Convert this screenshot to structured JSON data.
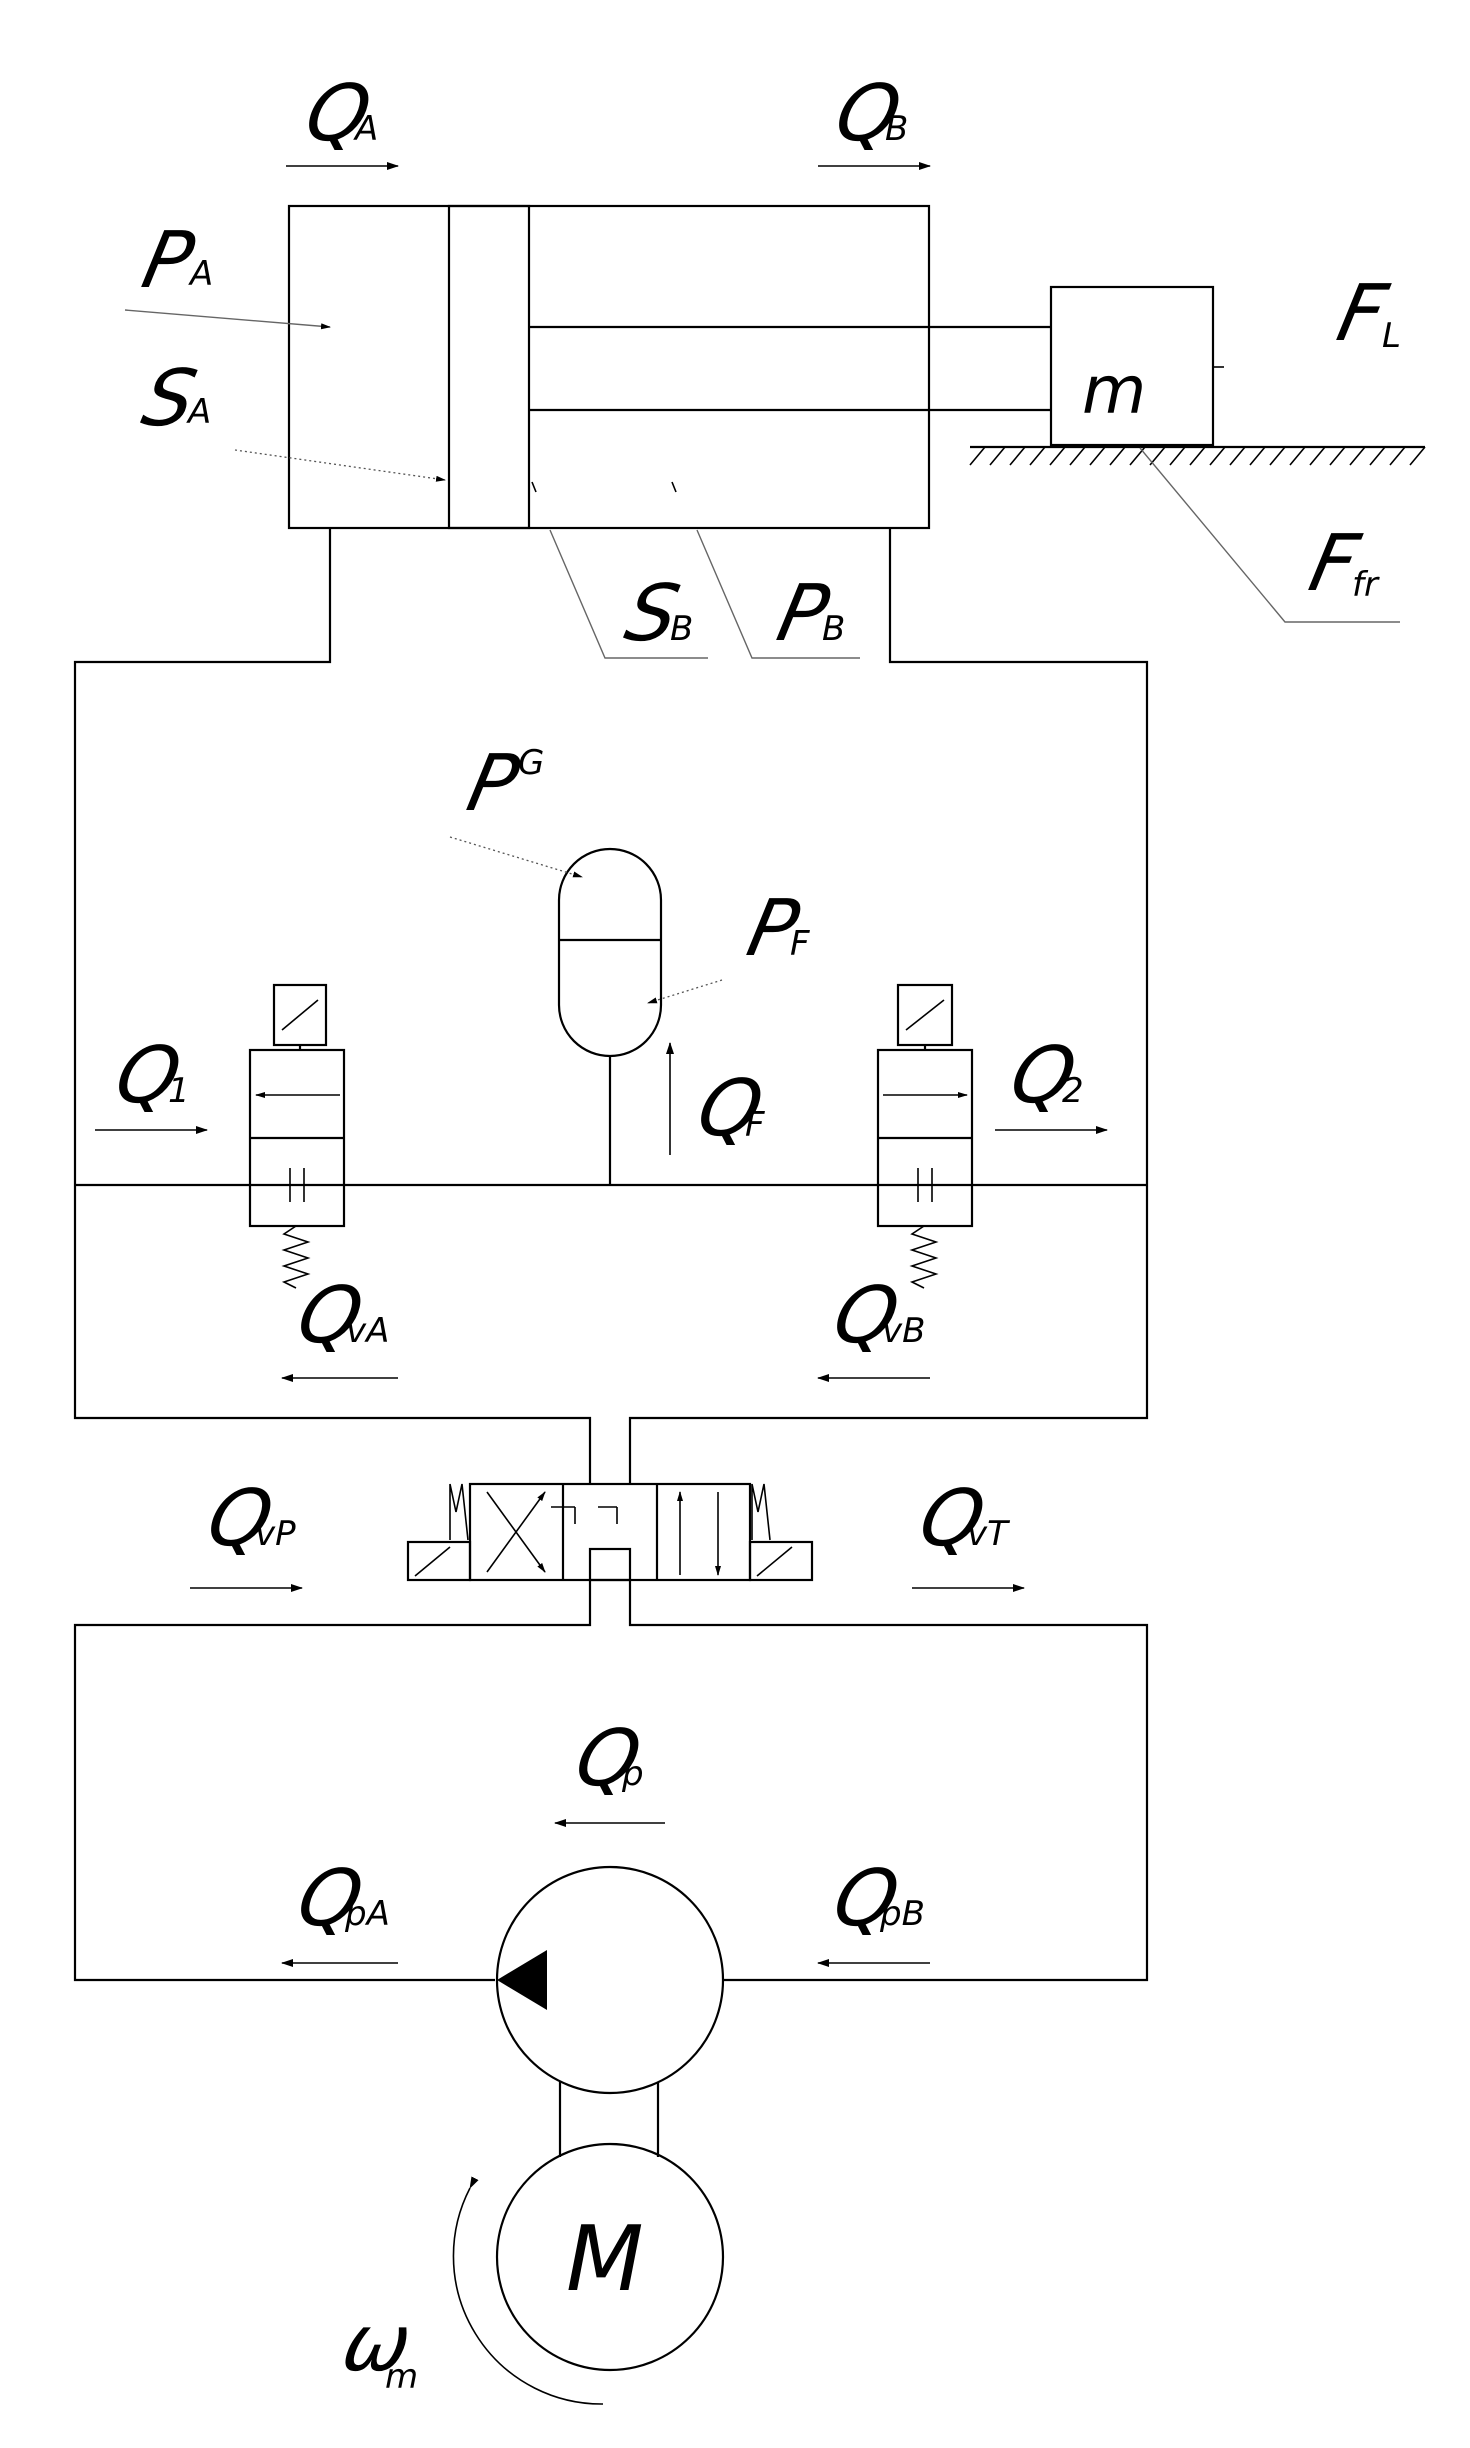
{
  "labels": {
    "q_a": {
      "main": "Q",
      "sub": "A"
    },
    "q_b": {
      "main": "Q",
      "sub": "B"
    },
    "p_a": {
      "main": "P",
      "sub": "A"
    },
    "s_a": {
      "main": "S",
      "sub": "A"
    },
    "f_l": {
      "main": "F",
      "sub": "L"
    },
    "f_fr": {
      "main": "F",
      "sub": "fr"
    },
    "s_b": {
      "main": "S",
      "sub": "B"
    },
    "p_b": {
      "main": "P",
      "sub": "B"
    },
    "p_g": {
      "main": "P",
      "sub": "G"
    },
    "p_f": {
      "main": "P",
      "sub": "F"
    },
    "q_f": {
      "main": "Q",
      "sub": "F"
    },
    "q_1": {
      "main": "Q",
      "sub": "1"
    },
    "q_2": {
      "main": "Q",
      "sub": "2"
    },
    "q_va": {
      "main": "Q",
      "sub": "vA"
    },
    "q_vb": {
      "main": "Q",
      "sub": "vB"
    },
    "q_vp": {
      "main": "Q",
      "sub": "vP"
    },
    "q_vt": {
      "main": "Q",
      "sub": "vT"
    },
    "q_p": {
      "main": "Q",
      "sub": "p"
    },
    "q_pa": {
      "main": "Q",
      "sub": "pA"
    },
    "q_pb": {
      "main": "Q",
      "sub": "pB"
    },
    "omega_m": {
      "main": "ω",
      "sub": "m"
    }
  },
  "mass_label": "m",
  "motor_label": "M"
}
